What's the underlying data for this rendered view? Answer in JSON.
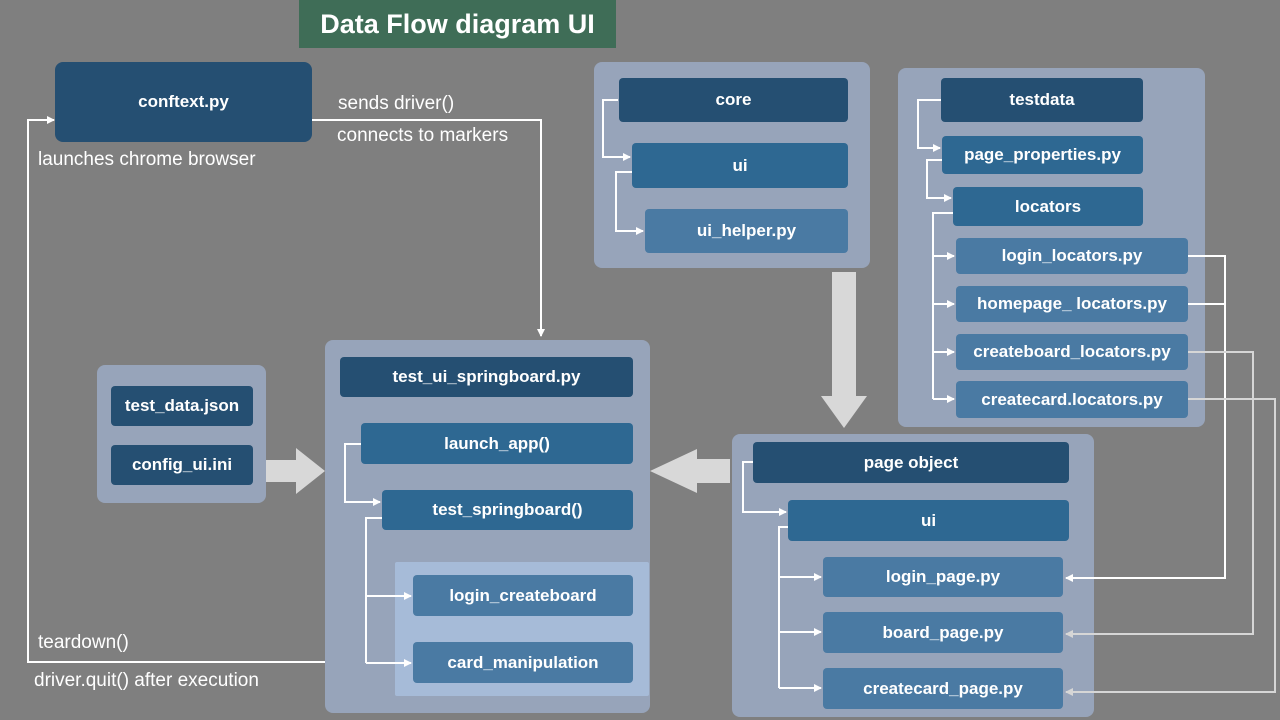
{
  "title": "Data Flow diagram UI",
  "conftest": {
    "node": "conftext.py",
    "sends": "sends driver()",
    "connects": "connects to markers",
    "launches": "launches chrome browser",
    "teardown": "teardown()",
    "quit": "driver.quit() after execution"
  },
  "core_group": {
    "core": "core",
    "ui": "ui",
    "helper": "ui_helper.py"
  },
  "testdata_group": {
    "testdata": "testdata",
    "page_properties": "page_properties.py",
    "locators": "locators",
    "login_locators": "login_locators.py",
    "homepage_locators": "homepage_ locators.py",
    "createboard_locators": "createboard_locators.py",
    "createcard_locators": "createcard.locators.py"
  },
  "inputs_group": {
    "test_data": "test_data.json",
    "config": "config_ui.ini"
  },
  "springboard_group": {
    "test_file": "test_ui_springboard.py",
    "launch": "launch_app()",
    "test_fn": "test_springboard()",
    "login": "login_createboard",
    "card": "card_manipulation"
  },
  "pageobject_group": {
    "page_object": "page object",
    "ui": "ui",
    "login_page": "login_page.py",
    "board_page": "board_page.py",
    "createcard_page": "createcard_page.py"
  }
}
